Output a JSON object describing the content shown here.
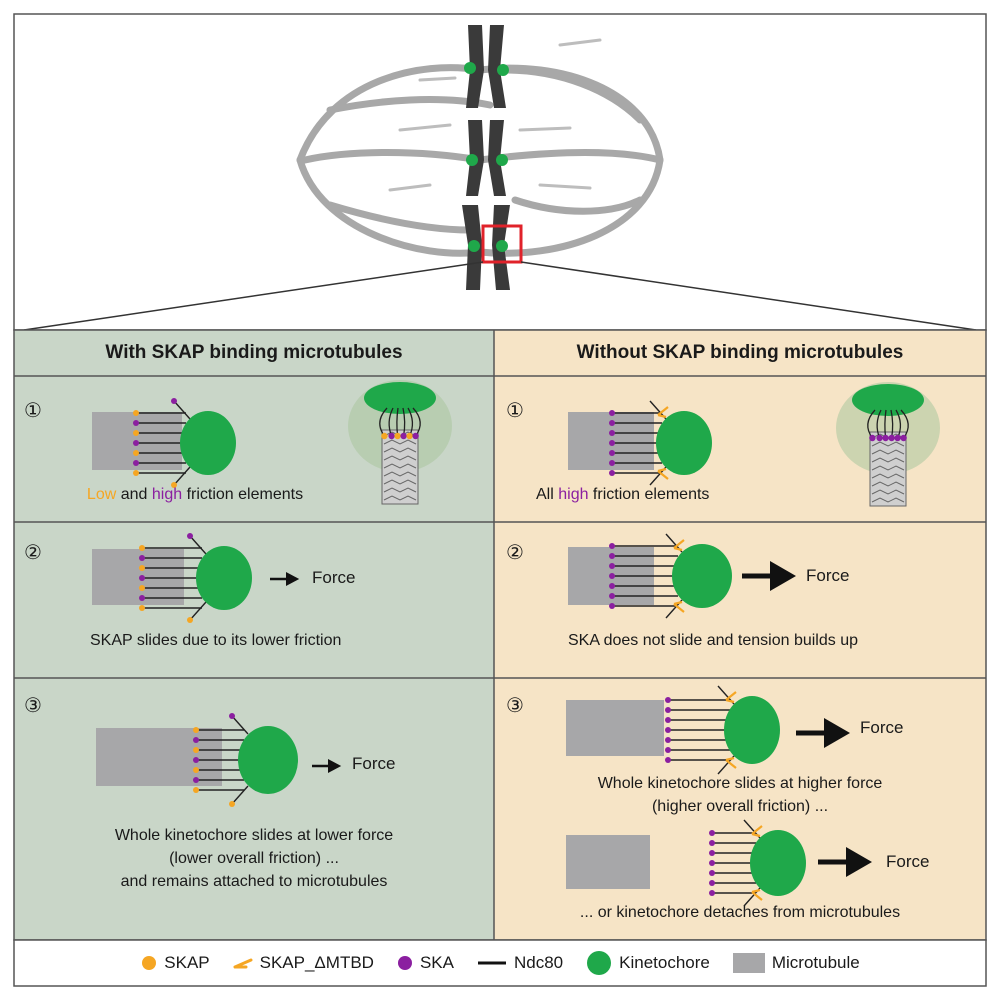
{
  "colors": {
    "left_panel_bg": "#c9d6c8",
    "right_panel_bg": "#f6e4c6",
    "kinetochore": "#1fa84a",
    "skap": "#f5a623",
    "ska": "#8b1fa0",
    "microtubule": "#a7a7a9",
    "zoom_box": "#e0222a",
    "spindle": "#a8a8a8",
    "chromosome": "#3a3a3a"
  },
  "headers": {
    "left": "With SKAP binding microtubules",
    "right": "Without SKAP binding microtubules"
  },
  "steps": {
    "n1": "①",
    "n2": "②",
    "n3": "③"
  },
  "left": {
    "row1_caption": {
      "low": "Low",
      "and": " and ",
      "high": "high",
      "rest": " friction elements"
    },
    "row2_caption": "SKAP slides due to its lower friction",
    "row3_caption": [
      "Whole kinetochore slides at lower force",
      "(lower overall friction) ...",
      "and remains attached to microtubules"
    ]
  },
  "right": {
    "row1_caption": {
      "all": "All ",
      "high": "high",
      "rest": " friction elements"
    },
    "row2_caption": "SKA does not slide and tension builds up",
    "row3_caption_a": [
      "Whole kinetochore slides at higher force",
      "(higher overall friction) ..."
    ],
    "row3_caption_b": "... or kinetochore detaches from microtubules"
  },
  "force_label": "Force",
  "legend": [
    {
      "icon": "skap-dot-icon",
      "label": "SKAP"
    },
    {
      "icon": "skap-mtbd-icon",
      "label": "SKAP_ΔMTBD"
    },
    {
      "icon": "ska-dot-icon",
      "label": "SKA"
    },
    {
      "icon": "ndc80-line-icon",
      "label": "Ndc80"
    },
    {
      "icon": "kinetochore-icon",
      "label": "Kinetochore"
    },
    {
      "icon": "microtubule-icon",
      "label": "Microtubule"
    }
  ]
}
